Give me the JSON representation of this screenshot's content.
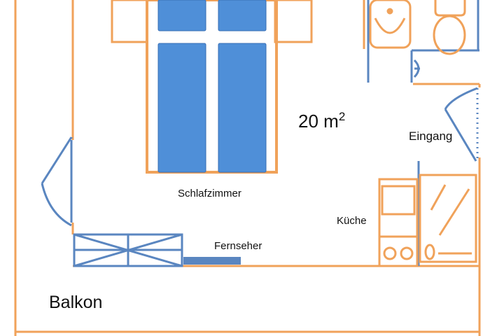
{
  "plan": {
    "colors": {
      "wall": "#F0A25A",
      "furniture": "#5A86C0",
      "bed": "#4F8FD8",
      "text": "#111111",
      "background": "#FFFFFF"
    },
    "labels": {
      "area": "20 m",
      "area_sup": "2",
      "schlafzimmer": "Schlafzimmer",
      "kueche": "Küche",
      "eingang": "Eingang",
      "fernseher": "Fernseher",
      "balkon": "Balkon"
    },
    "icons": [
      "bed-icon",
      "toilet-icon",
      "sink-icon",
      "shower-icon",
      "stove-icon",
      "wardrobe-icon",
      "door-swing-icon",
      "window-icon"
    ]
  }
}
